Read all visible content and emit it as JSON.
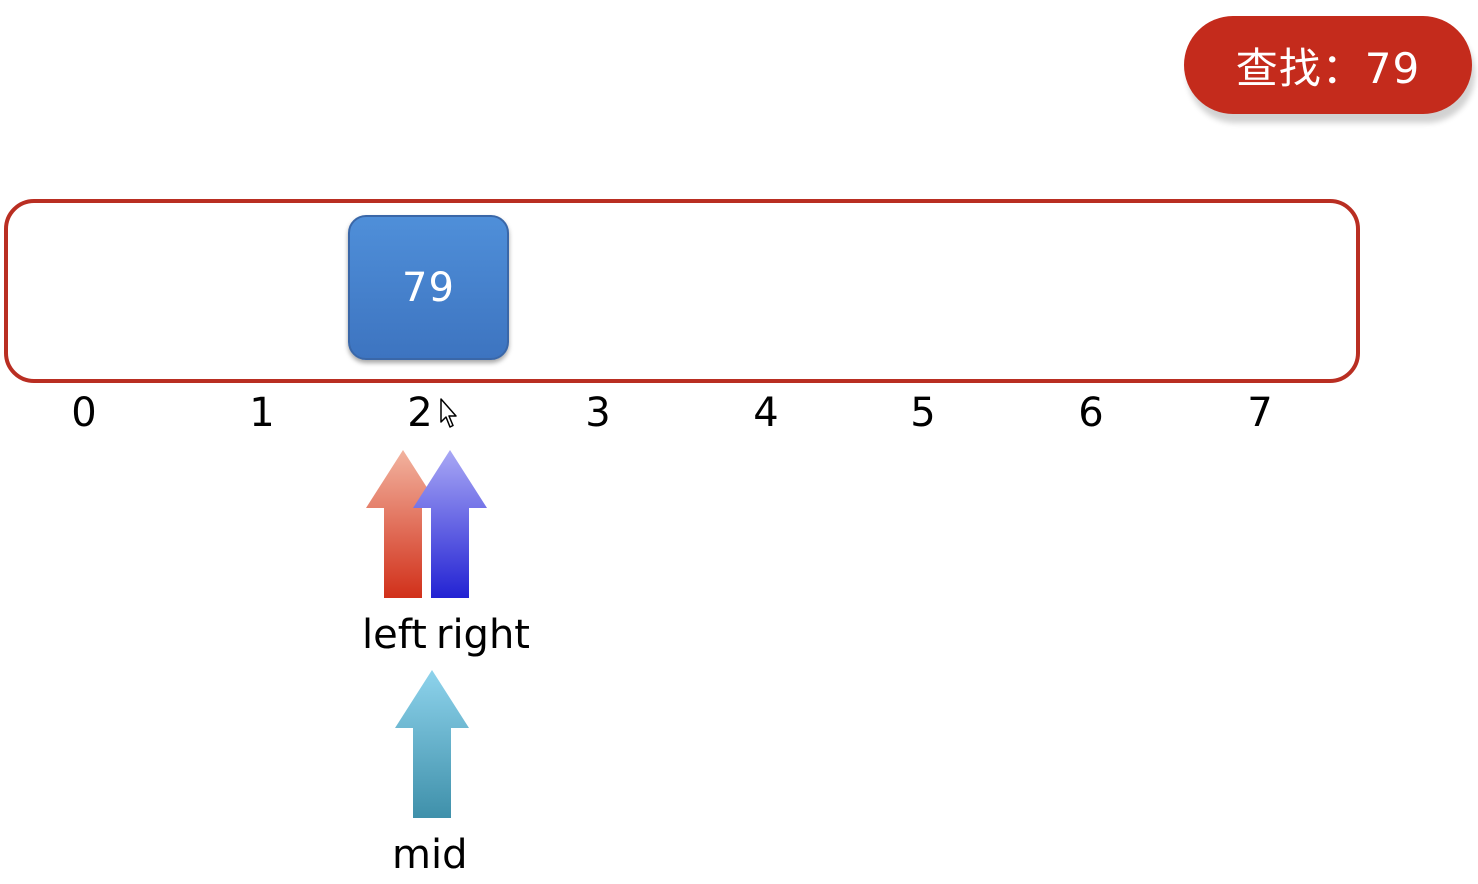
{
  "search_badge": {
    "text": "查找：79"
  },
  "array": {
    "cell_value": "79",
    "indices": [
      "0",
      "1",
      "2",
      "3",
      "4",
      "5",
      "6",
      "7"
    ]
  },
  "pointers": {
    "left_label": "left",
    "right_label": "right",
    "mid_label": "mid"
  },
  "colors": {
    "badge": "#c42b1c",
    "frame": "#b92e22",
    "cell": "#4577c4",
    "left_arrow": "#d94a2e",
    "right_arrow": "#3a3ad9",
    "mid_arrow": "#6fbcd8"
  },
  "icons": [
    "cursor-icon",
    "up-arrow-icon"
  ]
}
